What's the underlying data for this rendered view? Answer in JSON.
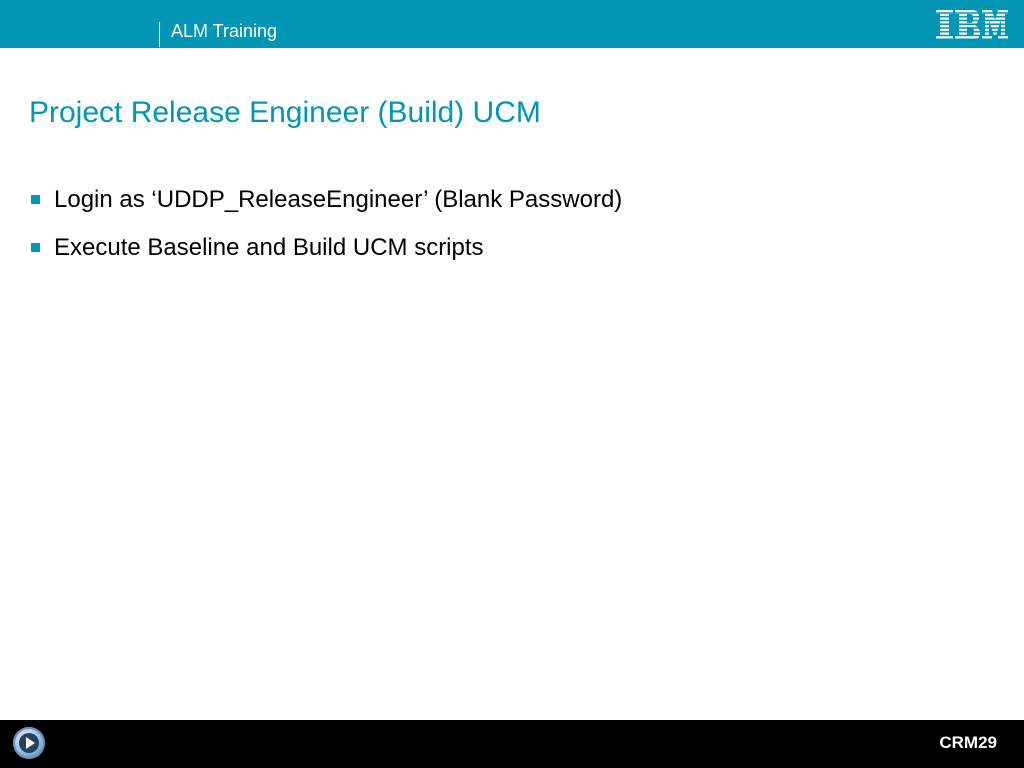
{
  "header": {
    "title": "ALM Training",
    "logo_text": "IBM"
  },
  "slide": {
    "title": "Project Release Engineer (Build) UCM",
    "bullets": [
      {
        "text": "Login as ‘UDDP_ReleaseEngineer’ (Blank Password)"
      },
      {
        "text": "Execute Baseline and Build UCM scripts"
      }
    ]
  },
  "footer": {
    "slide_code": "CRM29",
    "play_icon": "play-icon"
  },
  "colors": {
    "accent": "#0096b4",
    "footer_bg": "#000000",
    "text": "#000000"
  }
}
